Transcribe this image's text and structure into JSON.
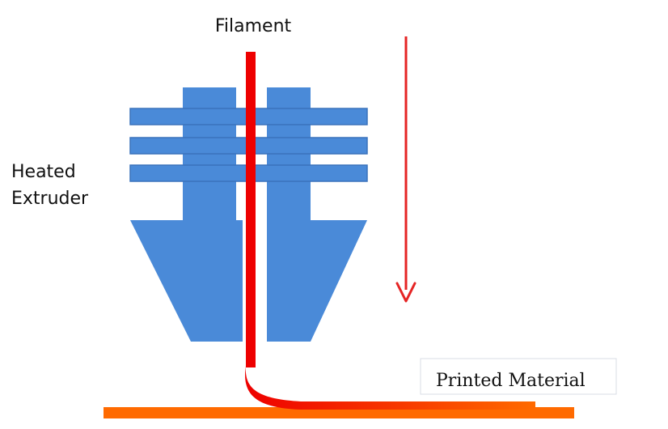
{
  "labels": {
    "filament": "Filament",
    "heated_extruder_line1": "Heated",
    "heated_extruder_line2": "Extruder",
    "printed_material": "Printed Material"
  },
  "colors": {
    "extruder_fill": "#4a8ad8",
    "extruder_stroke": "#3a72bc",
    "filament": "#ee0000",
    "printed_material": "#ff6a00",
    "direction_arrow": "#e52424",
    "label_border": "#d8dce6",
    "text": "#111111"
  }
}
